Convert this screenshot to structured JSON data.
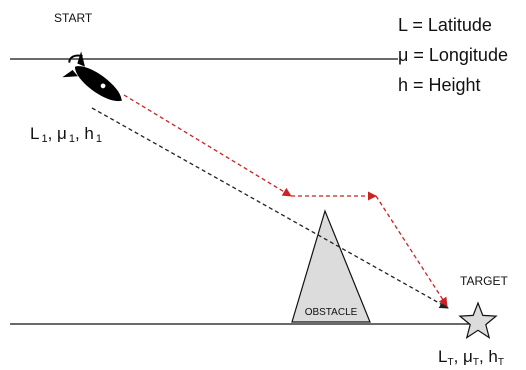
{
  "labels": {
    "start": "START",
    "target": "TARGET",
    "obstacle": "OBSTACLE"
  },
  "legend": {
    "latitude": "L = Latitude",
    "longitude": "μ = Longitude",
    "height": "h = Height"
  },
  "start_coords": {
    "L": "L",
    "L_sub": "1",
    "mu": "μ",
    "mu_sub": "1",
    "h": "h",
    "h_sub": "1"
  },
  "target_coords": {
    "L": "L",
    "L_sub": "T",
    "mu": "μ",
    "mu_sub": "T",
    "h": "h",
    "h_sub": "T"
  },
  "colors": {
    "direct_path": "#222222",
    "detour_path": "#cc2222",
    "obstacle_fill": "#dcdcdc",
    "rocket": "#000000"
  },
  "icons": {
    "vehicle": "rocket-icon",
    "goal": "star-icon"
  }
}
